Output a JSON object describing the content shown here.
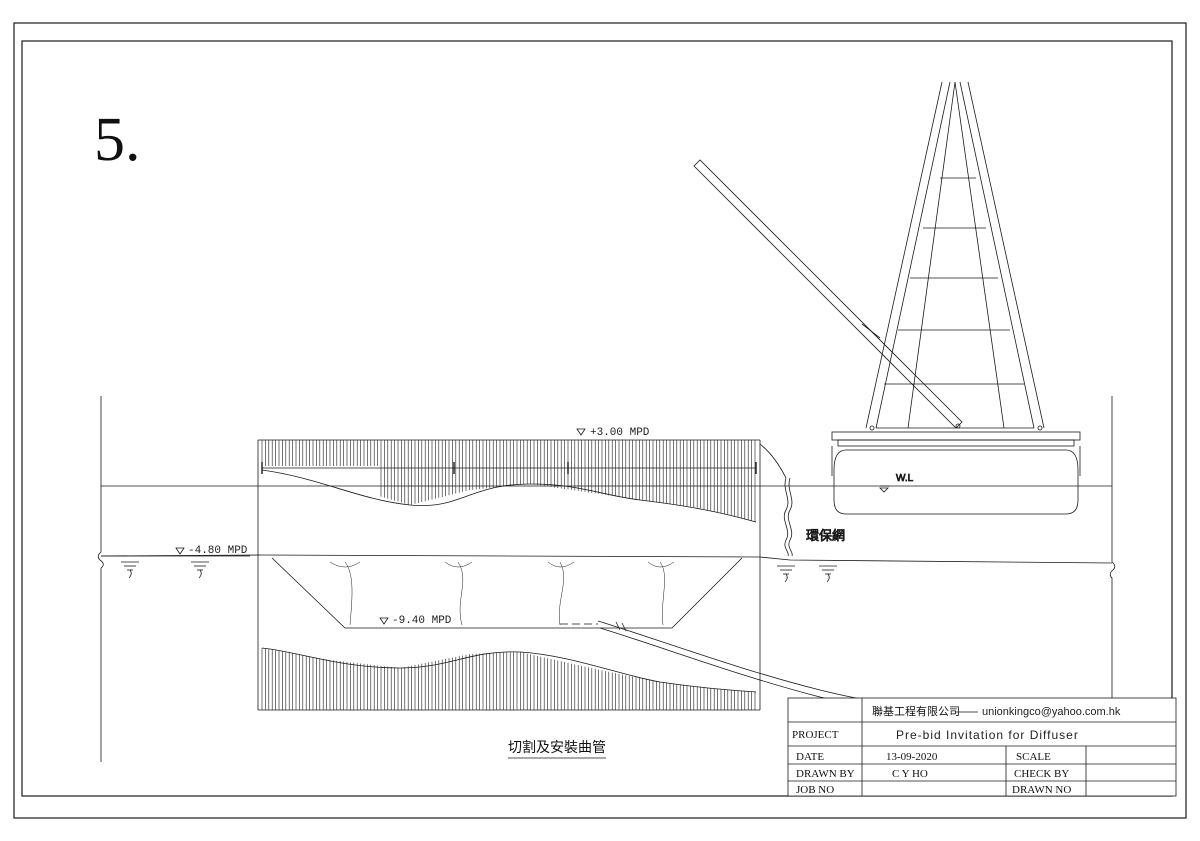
{
  "sheet_number": "5.",
  "levels": {
    "top": "+3.00 MPD",
    "seabed": "-4.80 MPD",
    "dredge": "-9.40 MPD"
  },
  "labels": {
    "water_line": "W.L",
    "silt_curtain": "環保網",
    "caption": "切割及安裝曲管"
  },
  "title_block": {
    "company": "聯基工程有限公司",
    "email": "unionkingco@yahoo.com.hk",
    "project_label": "PROJECT",
    "project_value": "Pre-bid Invitation for Diffuser",
    "date_label": "DATE",
    "date_value": "13-09-2020",
    "scale_label": "SCALE",
    "scale_value": "",
    "drawn_by_label": "DRAWN BY",
    "drawn_by_value": "C Y HO",
    "check_by_label": "CHECK BY",
    "check_by_value": "",
    "job_no_label": "JOB NO",
    "job_no_value": "",
    "drawn_no_label": "DRAWN NO",
    "drawn_no_value": ""
  }
}
